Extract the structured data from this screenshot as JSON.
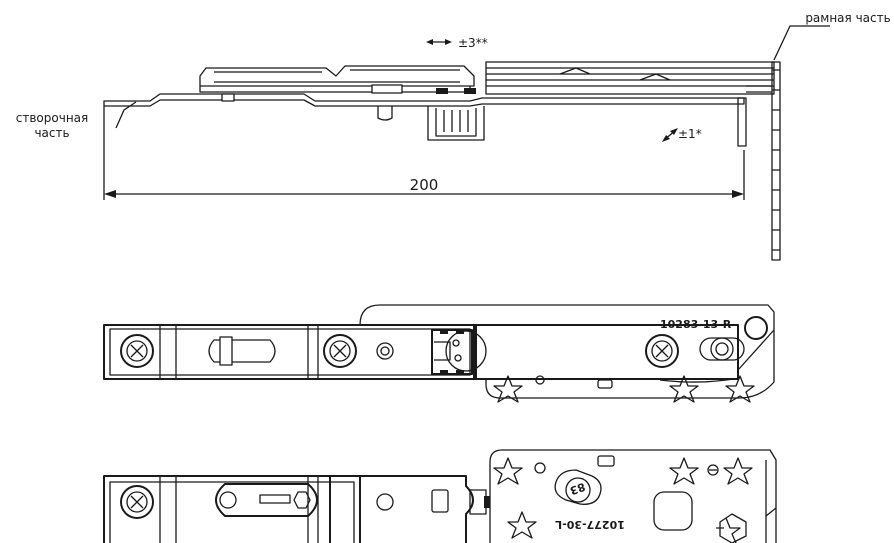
{
  "labels": {
    "frame_part": "рамная часть",
    "sash_part_line1": "створочная",
    "sash_part_line2": "часть",
    "tolerance_top": "±3**",
    "tolerance_diag": "±1*",
    "dimension": "200",
    "part_code_top": "10283-13-R",
    "part_code_bottom": "10277-30-L",
    "stamp_number": "83"
  }
}
